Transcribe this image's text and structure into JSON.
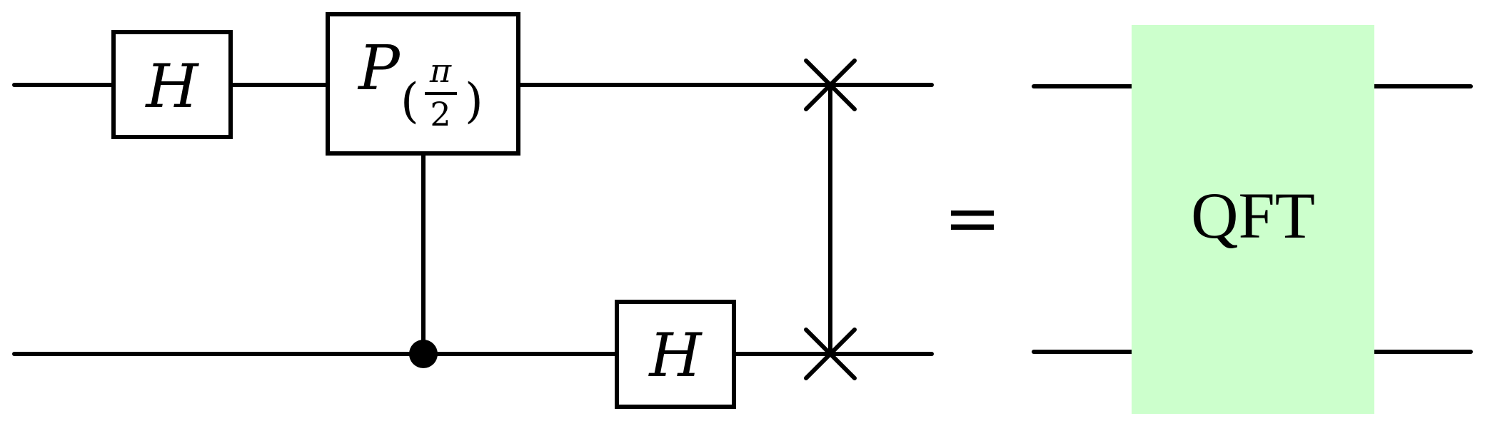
{
  "colors": {
    "wire": "#000000",
    "gate_fill": "#ffffff",
    "qft_fill": "#ccffcc"
  },
  "circuit": {
    "gates": {
      "hadamard_1": {
        "label": "H"
      },
      "phase": {
        "symbol": "P",
        "numerator": "π",
        "denominator": "2",
        "open_paren": "(",
        "close_paren": ")"
      },
      "hadamard_2": {
        "label": "H"
      }
    },
    "control_dot": "control",
    "swap_symbol": "×"
  },
  "equals": "=",
  "qft": {
    "label": "QFT"
  }
}
